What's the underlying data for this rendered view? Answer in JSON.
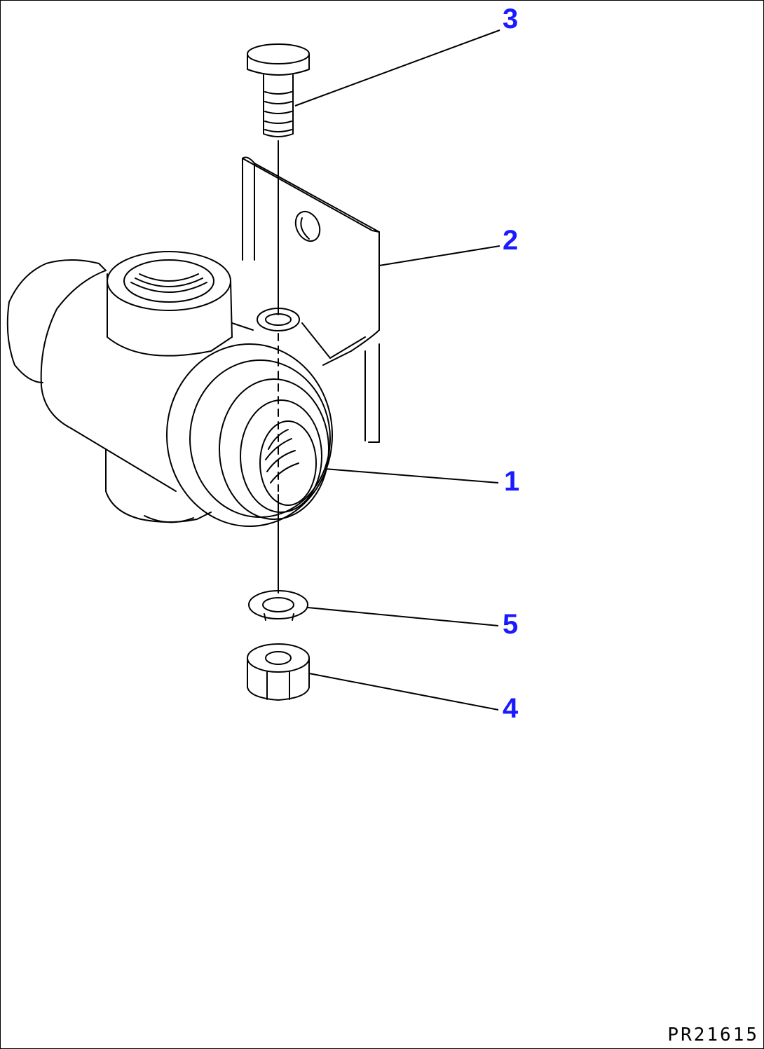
{
  "diagram": {
    "accent_color": "#1a1aff",
    "callouts": [
      {
        "id": "c3",
        "label": "3"
      },
      {
        "id": "c2",
        "label": "2"
      },
      {
        "id": "c1",
        "label": "1"
      },
      {
        "id": "c5",
        "label": "5"
      },
      {
        "id": "c4",
        "label": "4"
      }
    ],
    "reference_code": "PR21615"
  }
}
